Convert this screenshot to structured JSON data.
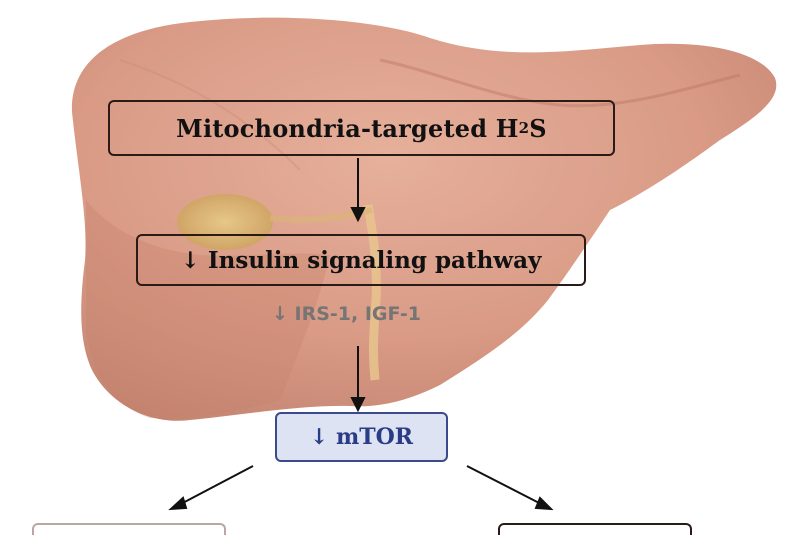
{
  "diagram": {
    "top_box": {
      "text": "Mitochondria-targeted H",
      "subscript": "2",
      "suffix": "S"
    },
    "insulin_box": {
      "text": "↓ Insulin signaling pathway"
    },
    "markers_note": {
      "text": "↓ IRS-1, IGF-1"
    },
    "mtor_box": {
      "text": "↓ mTOR"
    }
  },
  "colors": {
    "liver_fill": "#d8967f",
    "liver_shadow": "#c8816b",
    "gallbladder": "#d7b26a",
    "mtor_fill": "#dde3f3",
    "mtor_text": "#2a3c86"
  },
  "icons": [
    "down-arrow-icon",
    "diagonal-arrow-icon",
    "liver-illustration"
  ]
}
